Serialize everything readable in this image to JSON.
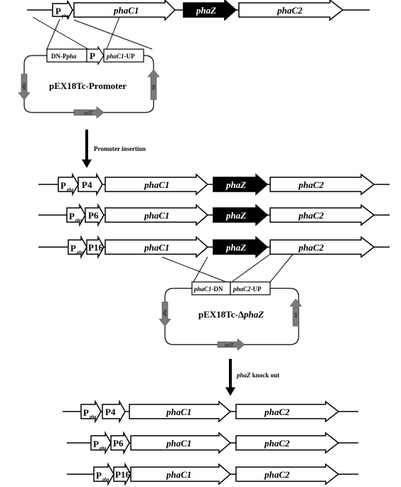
{
  "genes": {
    "phaC1": "phaC1",
    "phaZ": "phaZ",
    "phaC2": "phaC2"
  },
  "promoters": {
    "native_main": "P",
    "native_sub": "pha",
    "P4": "P4",
    "P6": "P6",
    "P16": "P16"
  },
  "plasmid1": {
    "name": "pEX18Tc-Promoter",
    "box_left": "DN-Ppha",
    "box_left_plain": "DN-P",
    "box_left_italic": "pha",
    "box_mid": "P",
    "box_right": "phaC1-UP",
    "box_right_italic": "phaC1",
    "box_right_plain": "-UP",
    "marker_left": "dln",
    "marker_right": "tet",
    "marker_bottom": "oriT"
  },
  "plasmid2": {
    "name": "pEX18Tc-ΔphaZ",
    "name_plain": "pEX18Tc-Δ",
    "name_italic": "phaZ",
    "box_left": "phaC1-DN",
    "box_left_italic": "phaC1",
    "box_left_plain": "-DN",
    "box_right": "phaC2-UP",
    "box_right_italic": "phaC2",
    "box_right_plain": "-UP",
    "marker_left": "dln",
    "marker_right": "tet",
    "marker_bottom": "oriT"
  },
  "steps": {
    "step1": "Promoter insertion",
    "step2_italic": "phaZ",
    "step2_plain": " knock out"
  },
  "colors": {
    "phaZ_fill": "#000000",
    "marker_fill": "#7a7a7a",
    "line": "#000000"
  }
}
